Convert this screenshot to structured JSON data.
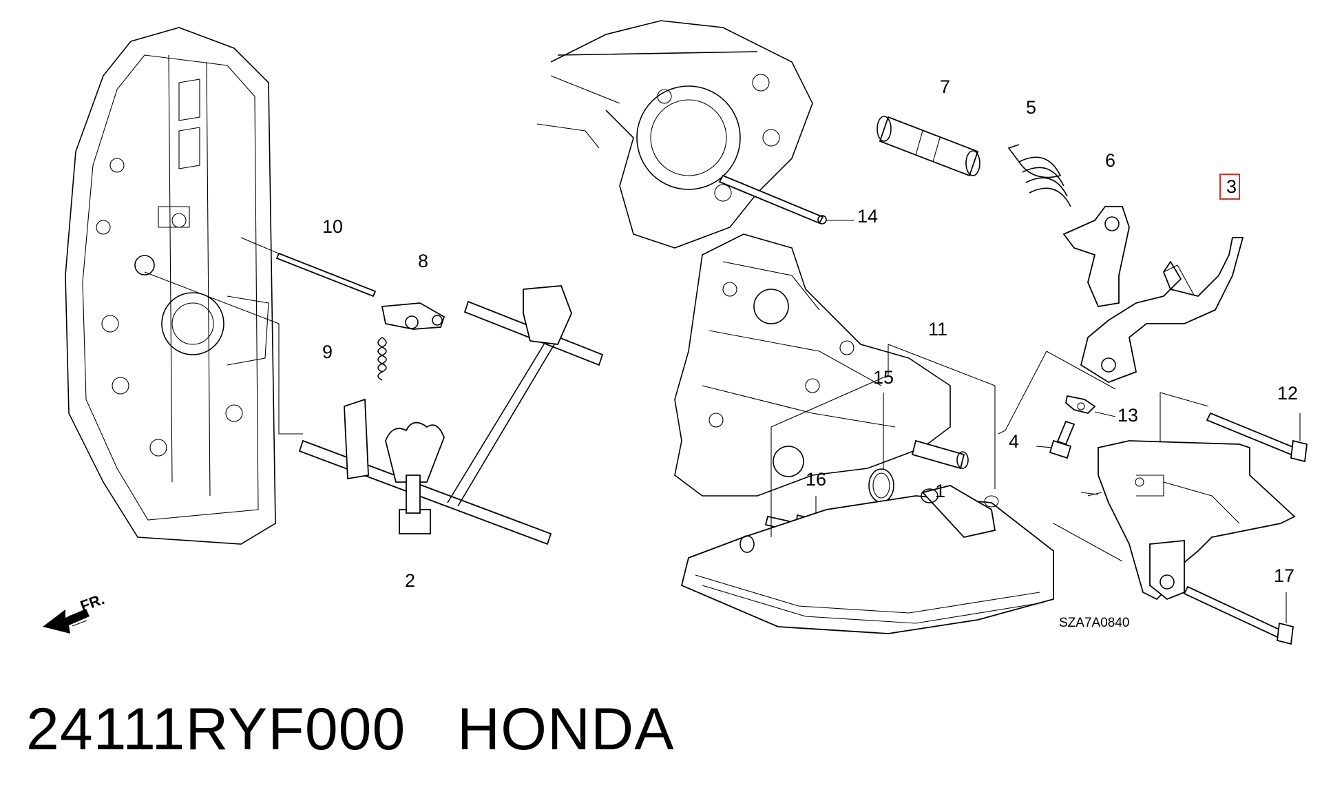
{
  "caption": {
    "part_number": "24111RYF000",
    "brand": "HONDA"
  },
  "diagram": {
    "code": "SZA7A0840",
    "direction": "FR.",
    "highlighted_callout": "3",
    "callouts": [
      "1",
      "2",
      "3",
      "4",
      "5",
      "6",
      "7",
      "8",
      "9",
      "10",
      "11",
      "12",
      "13",
      "14",
      "15",
      "16",
      "17"
    ],
    "highlight_color": "#c0392b"
  }
}
